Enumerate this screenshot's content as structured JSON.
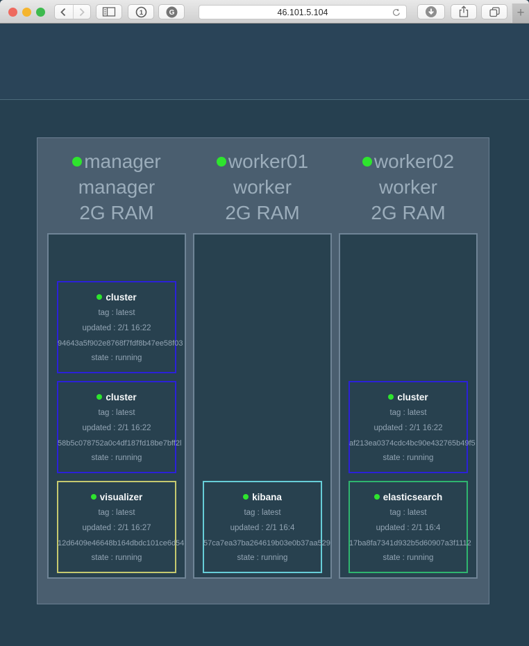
{
  "browser": {
    "url": "46.101.5.104",
    "new_tab_glyph": "+",
    "onepassword_glyph": "1",
    "g_extension_glyph": "G",
    "icons": {
      "back": "chevron-left",
      "forward": "chevron-right",
      "sidebar": "sidebar-toggle",
      "onepassword": "circled-one",
      "g_extension": "letter-g-circle",
      "reload": "reload-circular-arrow",
      "download": "download-filled-circle",
      "share": "share-box-up-arrow",
      "tabs": "overlapping-squares",
      "new_tab": "plus"
    }
  },
  "app": {
    "status_dot_color": "#2ee42e",
    "nodes": [
      {
        "name": "manager",
        "role": "manager",
        "ram": "2G RAM",
        "containers": [
          {
            "name": "cluster",
            "border_color": "#2b21d8",
            "tag": "tag : latest",
            "updated": "updated : 2/1 16:22",
            "id": "94643a5f902e8768f7fdf8b47ee58f03",
            "state": "state : running"
          },
          {
            "name": "cluster",
            "border_color": "#2b21d8",
            "tag": "tag : latest",
            "updated": "updated : 2/1 16:22",
            "id": "58b5c078752a0c4df187fd18be7bff2l",
            "state": "state : running"
          },
          {
            "name": "visualizer",
            "border_color": "#c6c96f",
            "tag": "tag : latest",
            "updated": "updated : 2/1 16:27",
            "id": "12d6409e46648b164dbdc101ce6d54",
            "state": "state : running"
          }
        ]
      },
      {
        "name": "worker01",
        "role": "worker",
        "ram": "2G RAM",
        "containers": [
          {
            "name": "kibana",
            "border_color": "#67ced8",
            "tag": "tag : latest",
            "updated": "updated : 2/1 16:4",
            "id": "57ca7ea37ba264619b03e0b37aa529",
            "state": "state : running"
          }
        ]
      },
      {
        "name": "worker02",
        "role": "worker",
        "ram": "2G RAM",
        "containers": [
          {
            "name": "cluster",
            "border_color": "#2b21d8",
            "tag": "tag : latest",
            "updated": "updated : 2/1 16:22",
            "id": "af213ea0374cdc4bc90e432765b49f5",
            "state": "state : running"
          },
          {
            "name": "elasticsearch",
            "border_color": "#2fb56f",
            "tag": "tag : latest",
            "updated": "updated : 2/1 16:4",
            "id": "17ba8fa7341d932b5d60907a3f1112",
            "state": "state : running"
          }
        ]
      }
    ]
  }
}
